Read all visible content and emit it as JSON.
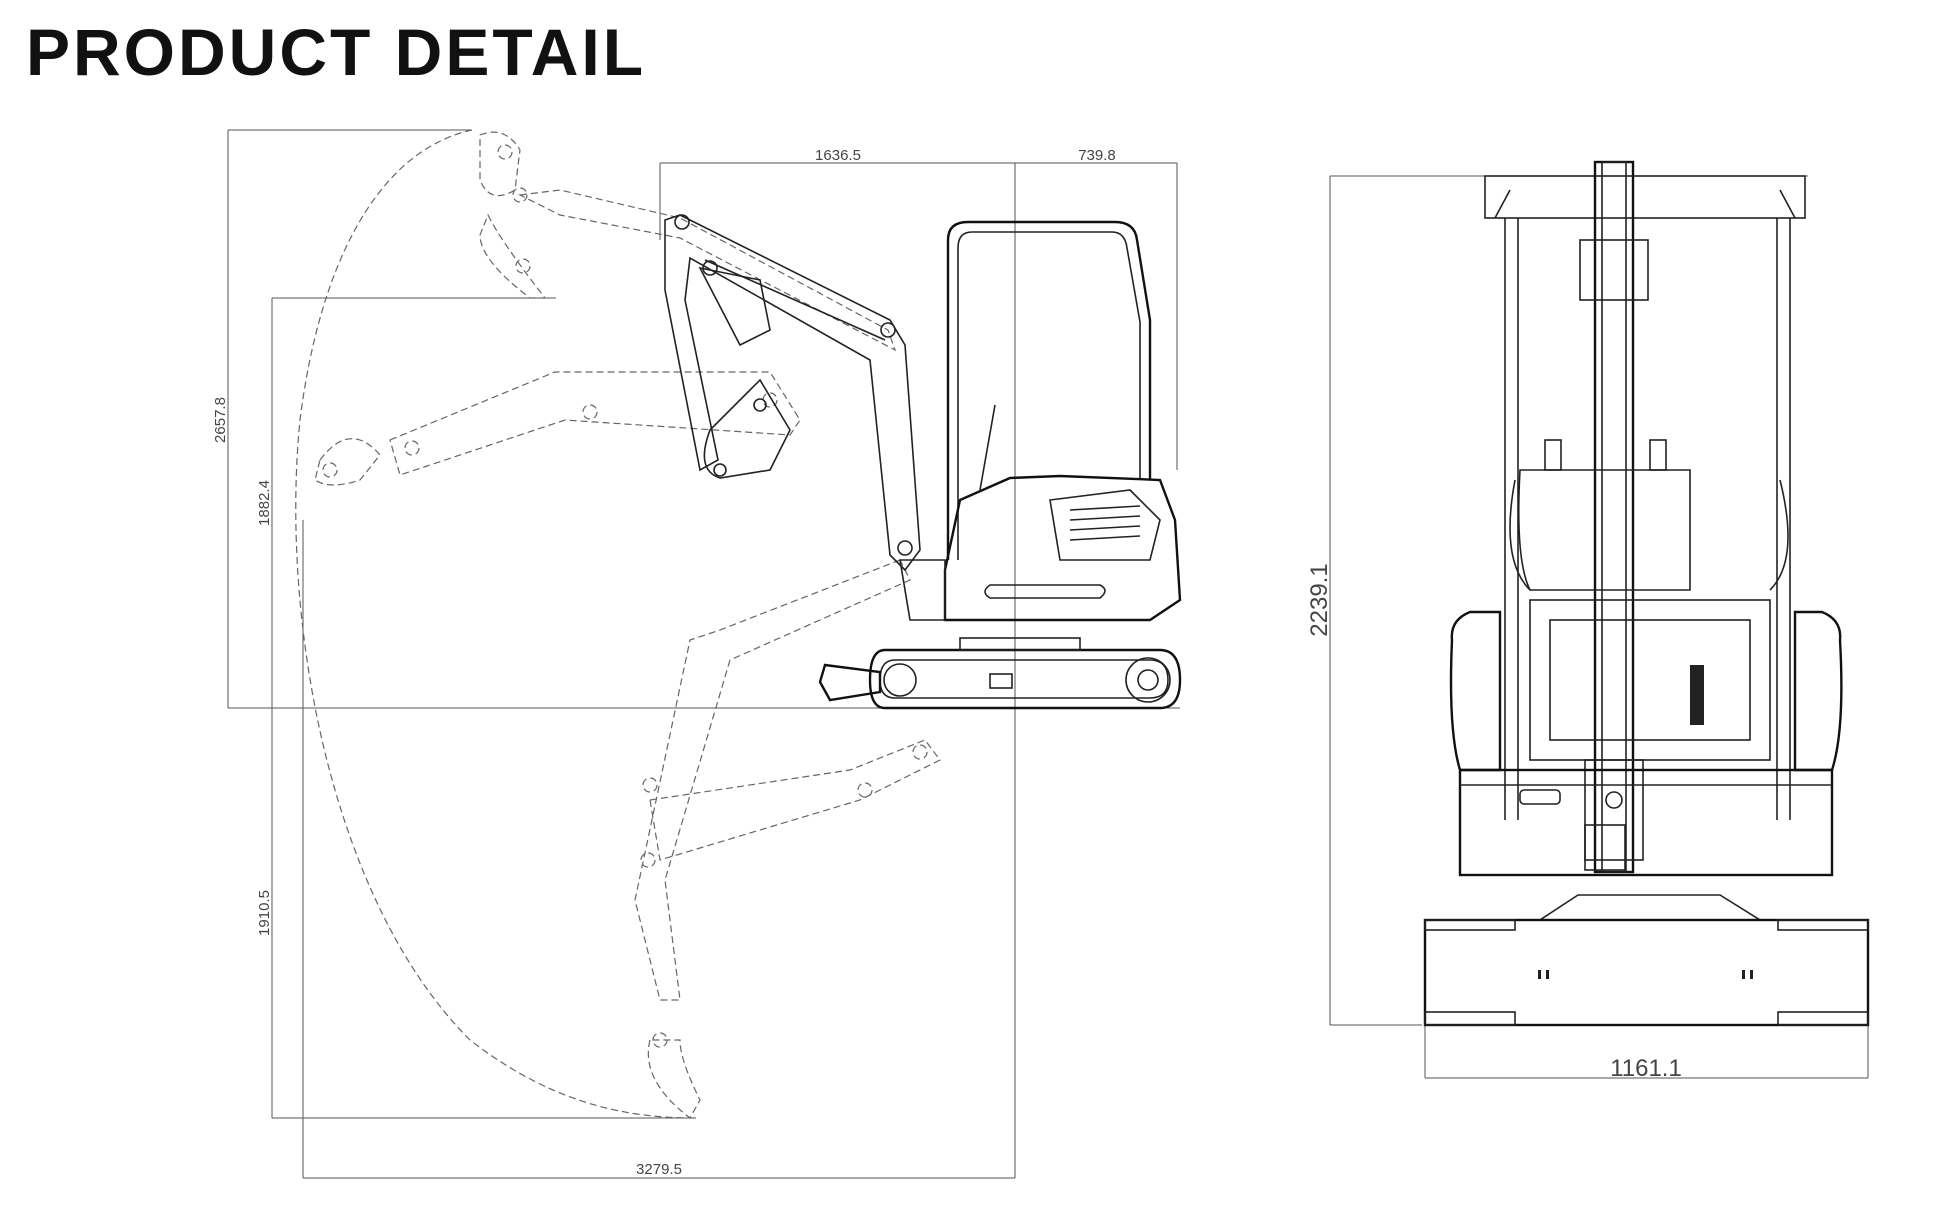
{
  "title": "PRODUCT DETAIL",
  "side_view": {
    "dimensions": {
      "top_length_a": "1636.5",
      "top_length_b": "739.8",
      "max_digging_height": "2657.8",
      "max_dumping_height": "1882.4",
      "max_digging_depth": "1910.5",
      "max_digging_reach": "3279.5"
    }
  },
  "front_view": {
    "dimensions": {
      "overall_height": "2239.1",
      "overall_width": "1161.1"
    }
  }
}
